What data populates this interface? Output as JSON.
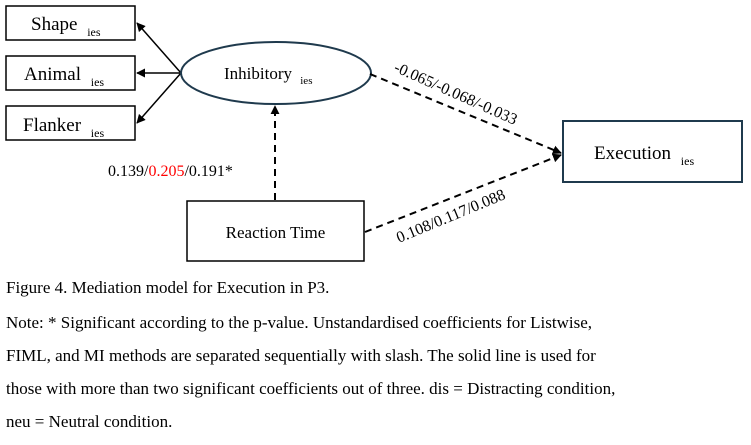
{
  "diagram": {
    "indicators": [
      {
        "label": "Shape",
        "sub": "ies"
      },
      {
        "label": "Animal",
        "sub": "ies"
      },
      {
        "label": "Flanker",
        "sub": "ies"
      }
    ],
    "mediator": {
      "label": "Inhibitory",
      "sub": "ies"
    },
    "outcome": {
      "label": "Execution",
      "sub": "ies"
    },
    "predictor": {
      "label": "Reaction Time"
    },
    "paths": {
      "a": {
        "parts": [
          "0.139/",
          "0.205",
          "/0.191*"
        ],
        "highlight_color": "#ff0000"
      },
      "b": {
        "text": "-0.065/-0.068/-0.033"
      },
      "c": {
        "text": "0.108/0.117/0.088"
      }
    }
  },
  "caption": "Figure 4. Mediation model for Execution in P3.",
  "note_lines": [
    "Note: * Significant according to the p-value. Unstandardised coefficients for Listwise,",
    "FIML, and MI methods are separated sequentially with slash. The solid line is used for",
    "those with more than two significant coefficients out of three. dis = Distracting condition,",
    "neu = Neutral condition."
  ]
}
